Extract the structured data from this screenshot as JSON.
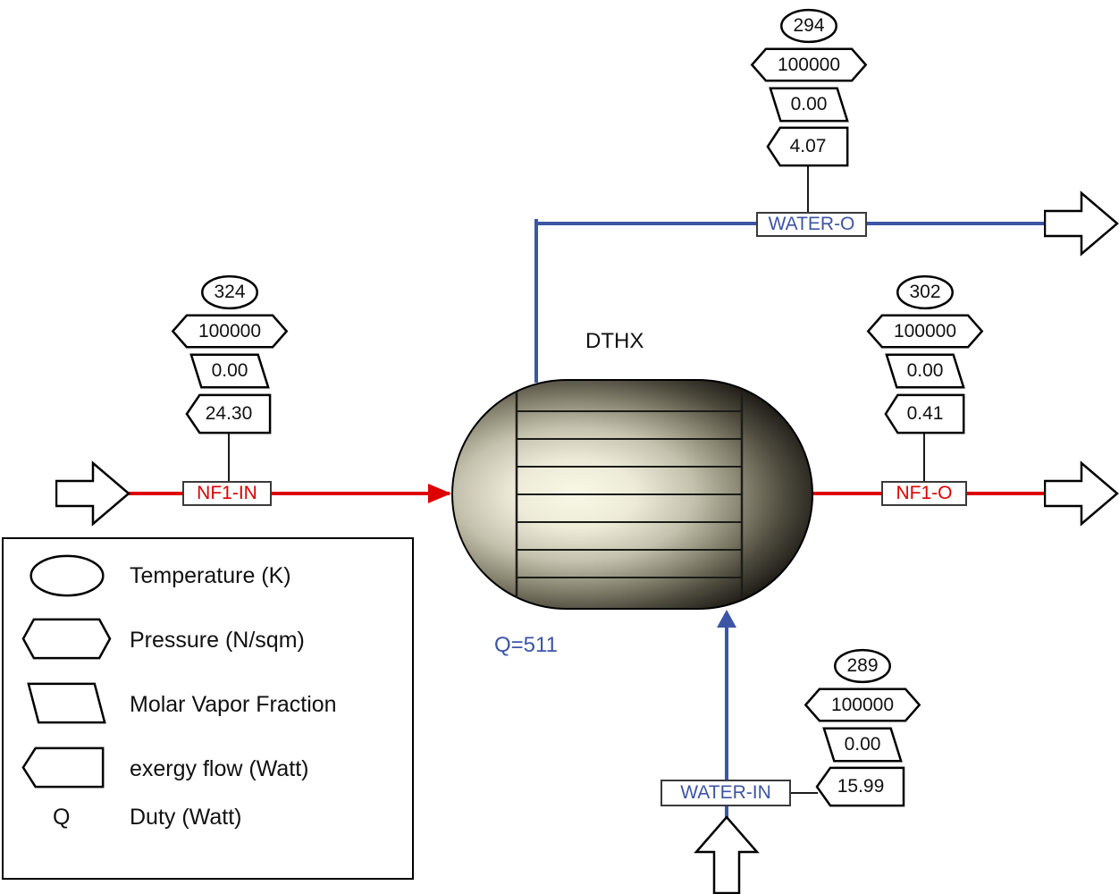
{
  "unit": {
    "label": "DTHX",
    "duty": "Q=511"
  },
  "streams": {
    "nf1_in": {
      "label": "NF1-IN",
      "temperature": "324",
      "pressure": "100000",
      "vapor_fraction": "0.00",
      "exergy": "24.30"
    },
    "nf1_out": {
      "label": "NF1-O",
      "temperature": "302",
      "pressure": "100000",
      "vapor_fraction": "0.00",
      "exergy": "0.41"
    },
    "water_out": {
      "label": "WATER-O",
      "temperature": "294",
      "pressure": "100000",
      "vapor_fraction": "0.00",
      "exergy": "4.07"
    },
    "water_in": {
      "label": "WATER-IN",
      "temperature": "289",
      "pressure": "100000",
      "vapor_fraction": "0.00",
      "exergy": "15.99"
    }
  },
  "legend": {
    "q_symbol": "Q",
    "items": [
      {
        "shape": "oval",
        "label": "Temperature (K)"
      },
      {
        "shape": "hexagon",
        "label": "Pressure (N/sqm)"
      },
      {
        "shape": "trapezoid",
        "label": "Molar Vapor Fraction"
      },
      {
        "shape": "pentagon",
        "label": "exergy flow (Watt)"
      },
      {
        "shape": "Q",
        "label": "Duty (Watt)"
      }
    ]
  },
  "colors": {
    "process_stream": "#dd0000",
    "water_stream": "#3c55a5"
  }
}
